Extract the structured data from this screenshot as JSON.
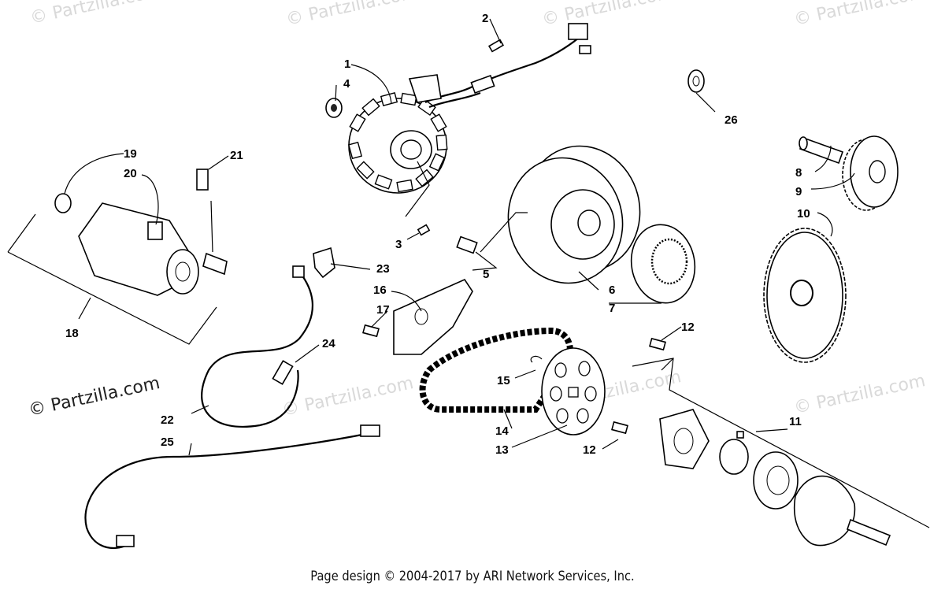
{
  "watermarks": [
    "© Partzilla.com"
  ],
  "footer": "Page design © 2004-2017 by ARI Network Services, Inc.",
  "callouts": {
    "c1": "1",
    "c2": "2",
    "c3": "3",
    "c4": "4",
    "c5": "5",
    "c6": "6",
    "c7": "7",
    "c8": "8",
    "c9": "9",
    "c10": "10",
    "c11": "11",
    "c12a": "12",
    "c12b": "12",
    "c13": "13",
    "c14": "14",
    "c15": "15",
    "c16": "16",
    "c17": "17",
    "c18": "18",
    "c19": "19",
    "c20": "20",
    "c21": "21",
    "c22": "22",
    "c23": "23",
    "c24": "24",
    "c25": "25",
    "c26": "26"
  }
}
